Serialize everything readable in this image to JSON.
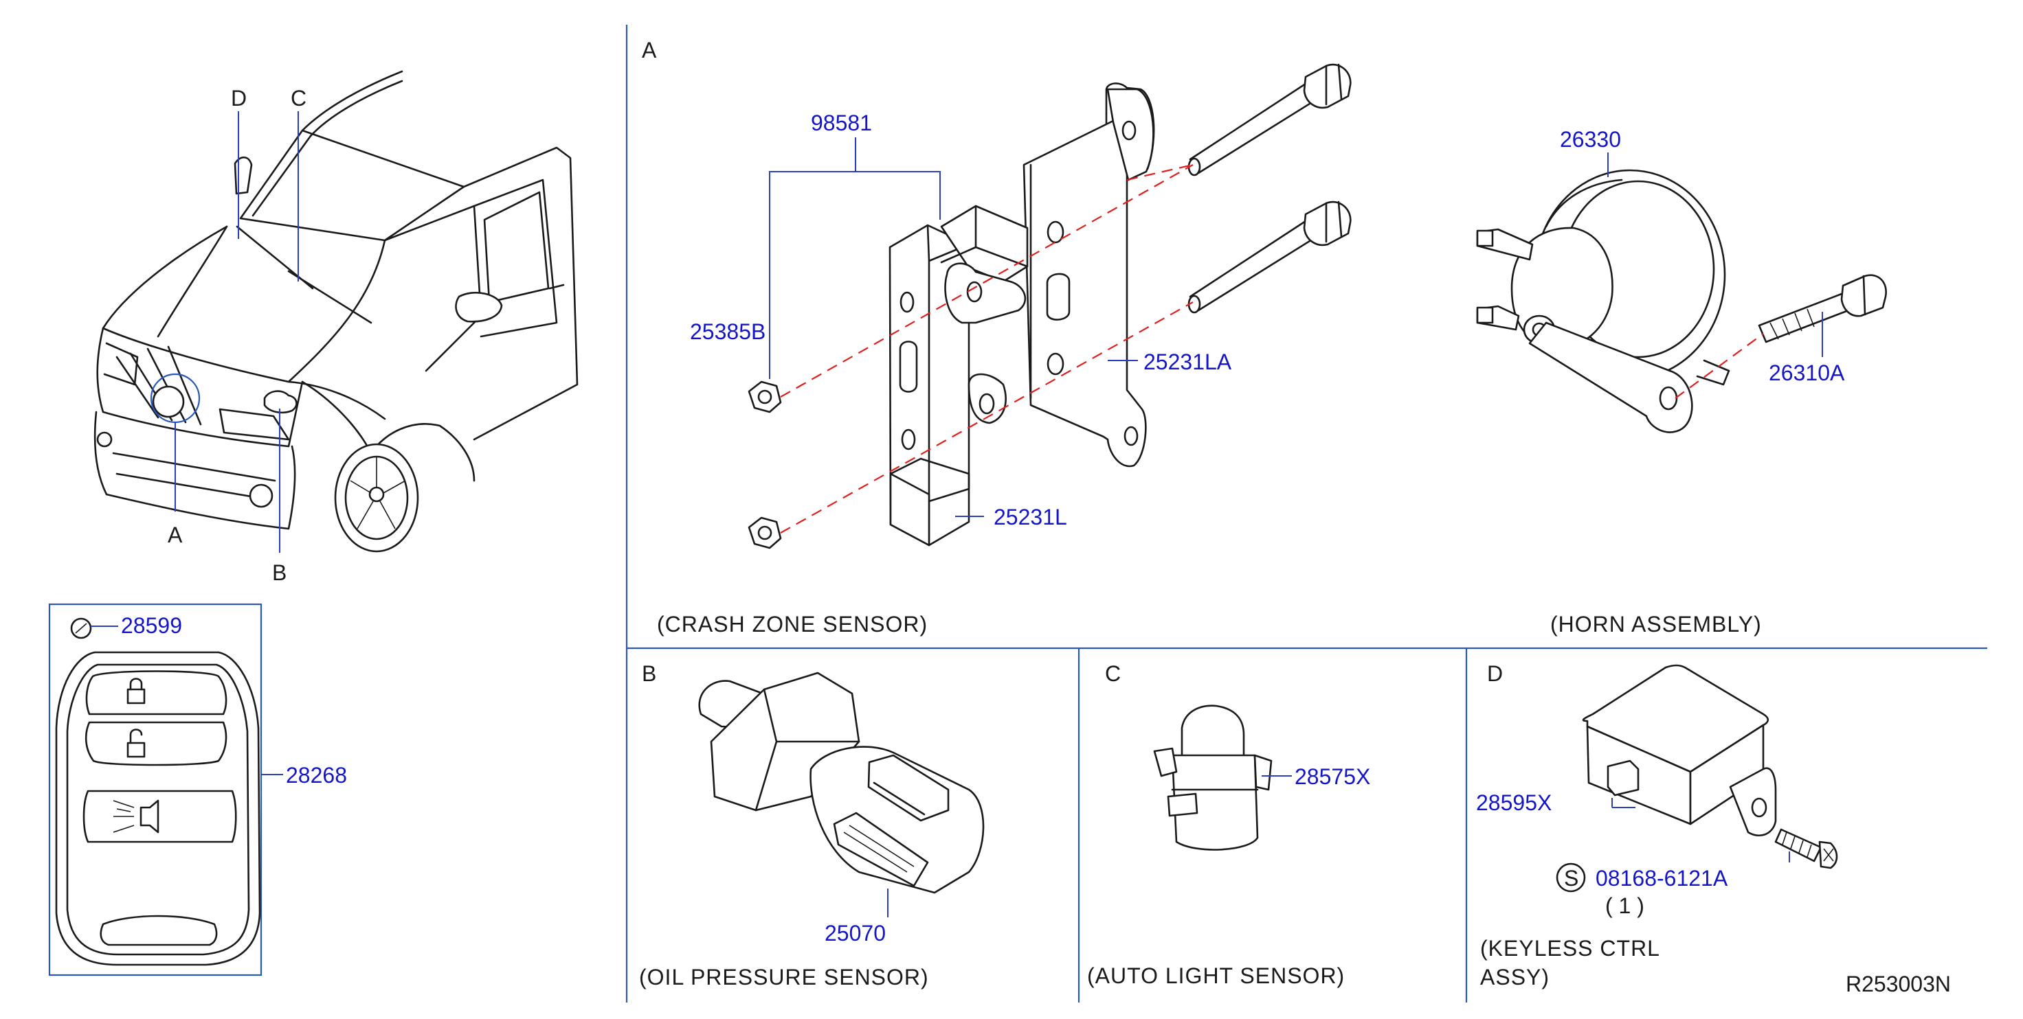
{
  "sections": {
    "A": {
      "letter": "A",
      "caption": "(CRASH  ZONE  SENSOR)"
    },
    "horn": {
      "caption": "(HORN  ASSEMBLY)"
    },
    "B": {
      "letter": "B",
      "caption": "(OIL  PRESSURE  SENSOR)"
    },
    "C": {
      "letter": "C",
      "caption": "(AUTO  LIGHT  SENSOR)"
    },
    "D": {
      "letter": "D",
      "caption_line1": "(KEYLESS  CTRL",
      "caption_line2": "ASSY)"
    }
  },
  "vehicle_callouts": {
    "A": "A",
    "B": "B",
    "C": "C",
    "D": "D"
  },
  "part_numbers": {
    "p98581": "98581",
    "p25385B": "25385B",
    "p25231LA": "25231LA",
    "p25231L": "25231L",
    "p26330": "26330",
    "p26310A": "26310A",
    "p28599": "28599",
    "p28268": "28268",
    "p25070": "25070",
    "p28575X": "28575X",
    "p28595X": "28595X",
    "p08168": "08168-6121A",
    "qty08168": "( 1 )",
    "s_mark": "S"
  },
  "diagram_code": "R253003N",
  "colors": {
    "part_number": "#1515c8",
    "leader": "#2a3fc0",
    "frame": "#2a58b8",
    "center_line": "#e02020",
    "ink": "#1a1a1a"
  }
}
